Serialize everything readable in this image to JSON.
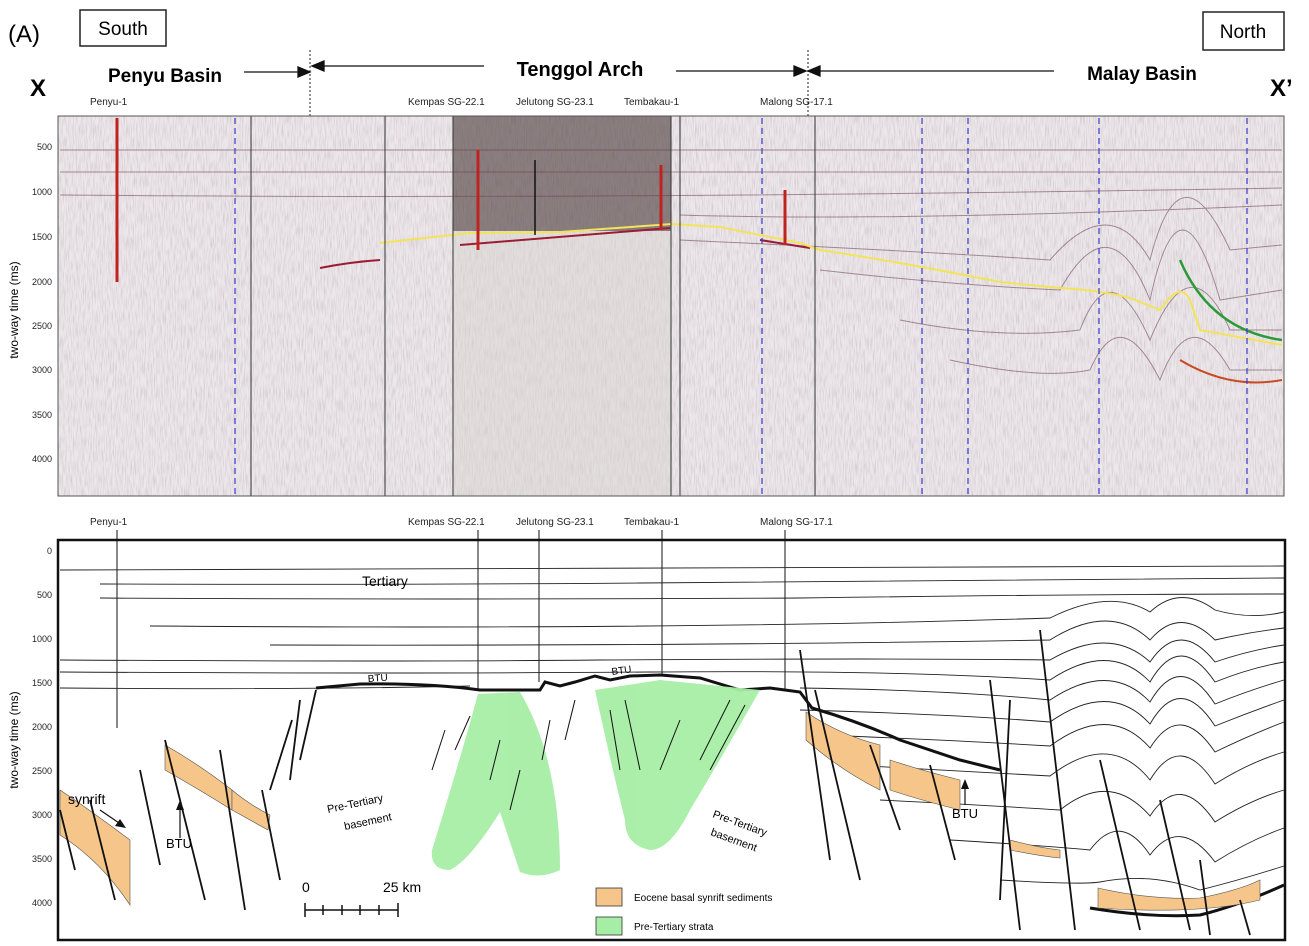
{
  "panel_label": "(A)",
  "direction": {
    "left": "South",
    "right": "North"
  },
  "section_ends": {
    "left": "X",
    "right": "X’"
  },
  "regions": {
    "left": "Penyu Basin",
    "center": "Tenggol Arch",
    "right": "Malay Basin"
  },
  "wells": [
    "Penyu-1",
    "Kempas SG-22.1",
    "Jelutong SG-23.1",
    "Tembakau-1",
    "Malong SG-17.1"
  ],
  "seismic_panel": {
    "ylabel": "two-way time (ms)",
    "ticks": [
      "500",
      "1000",
      "1500",
      "2000",
      "2500",
      "3000",
      "3500",
      "4000"
    ]
  },
  "interpretation_panel": {
    "ylabel": "two-way time (ms)",
    "ticks": [
      "0",
      "500",
      "1000",
      "1500",
      "2000",
      "2500",
      "3000",
      "3500",
      "4000"
    ],
    "labels": {
      "tertiary": "Tertiary",
      "btu": "BTU",
      "synrift": "synrift",
      "basement_left_1": "Pre-Tertiary",
      "basement_left_2": "basement",
      "basement_right_1": "Pre-Tertiary",
      "basement_right_2": "basement"
    },
    "scale_bar": {
      "start": "0",
      "end": "25 km"
    },
    "legend": [
      {
        "label": "Eocene basal synrift sediments",
        "color": "#f5c58a"
      },
      {
        "label": "Pre-Tertiary strata",
        "color": "#a6eea6"
      }
    ]
  },
  "colors": {
    "horizon_yellow": "#f2e35a",
    "well_red": "#c0231f",
    "guide_blue": "#3a3ad0",
    "synrift": "#f5c58a",
    "pretertiary": "#a6eea6"
  }
}
